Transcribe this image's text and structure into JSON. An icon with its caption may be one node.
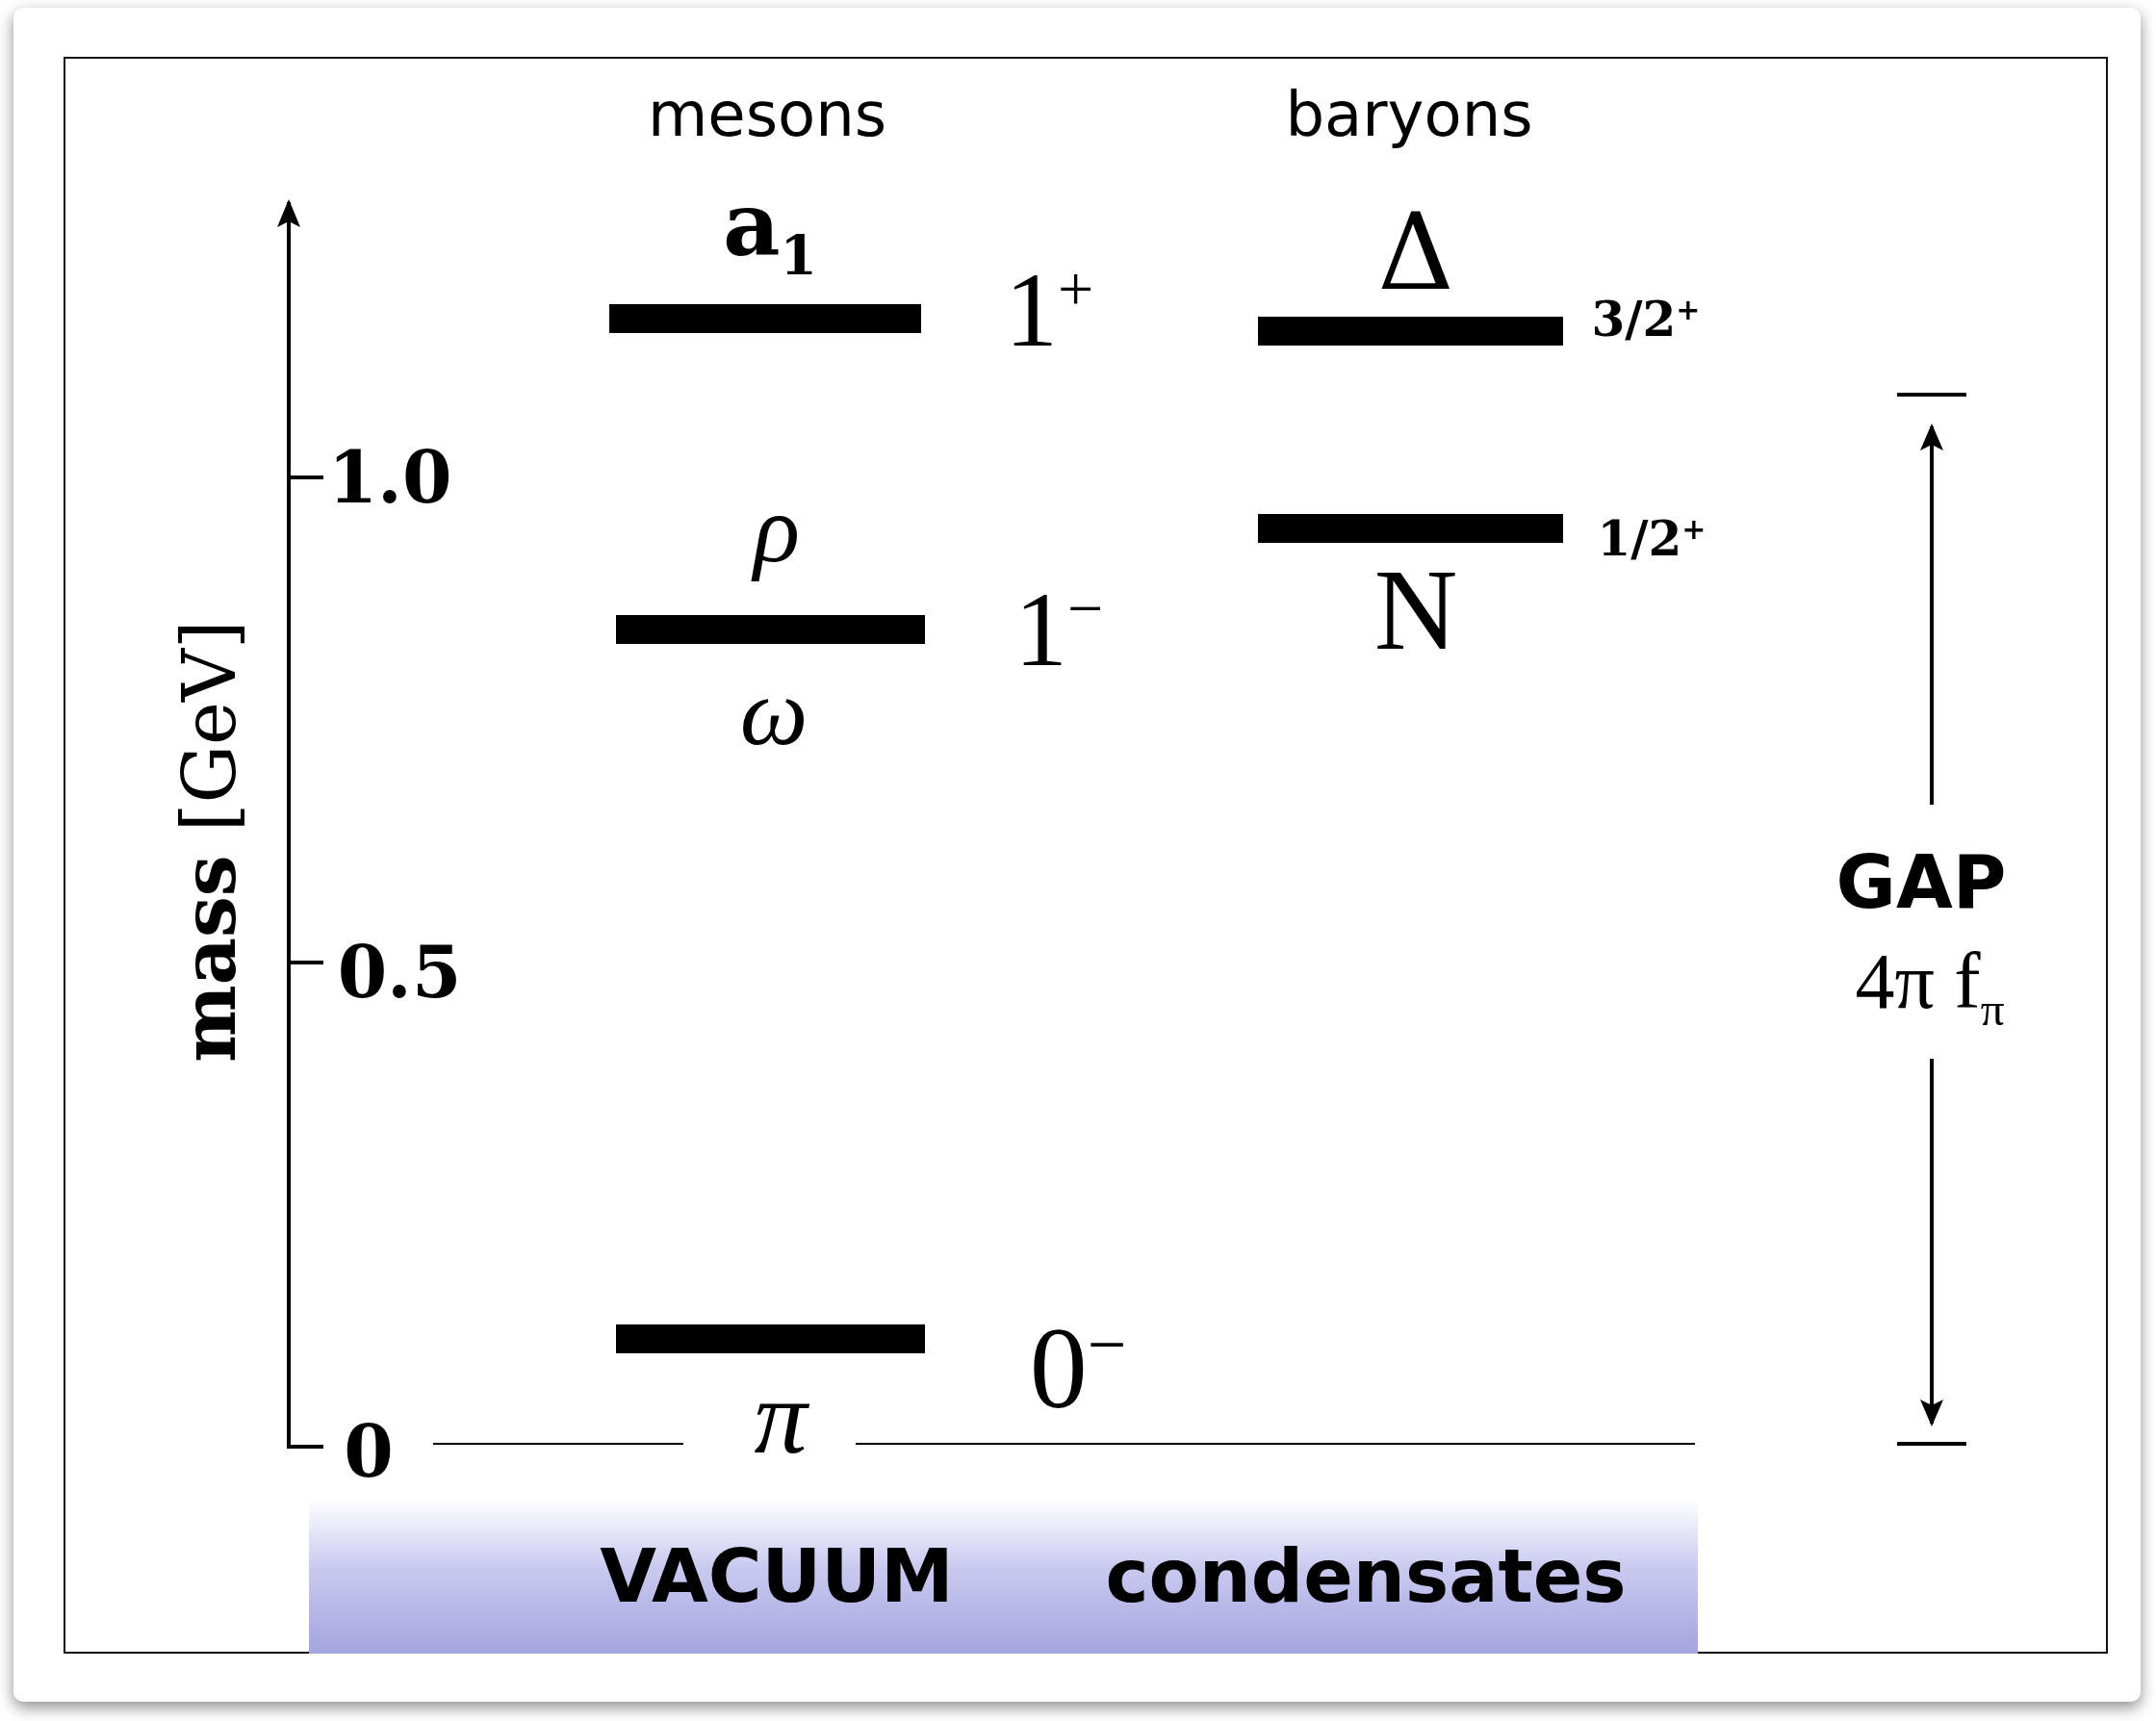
{
  "diagram": {
    "nodes": [
      {
        "text": [
          "VACUUM",
          "condensates"
        ]
      },
      {
        "text": [],
        "shape": "bar"
      },
      {
        "text": [],
        "shape": "bar"
      },
      {
        "text": [],
        "shape": "bar"
      },
      {
        "text": [],
        "shape": "bar"
      },
      {
        "text": [],
        "shape": "bar"
      }
    ],
    "labels": [
      "mesons",
      "baryons",
      "a$_{1}$",
      "1$^{+}$",
      "Δ",
      "3/2$^{+}$",
      "1.0",
      "ρ",
      "1/2$^{+}$",
      "1$^{−}$",
      "N",
      "ω",
      "**mass** [GeV]",
      "GAP",
      "4π f$_{π}$",
      "0.5",
      "0$^{−}$",
      "π",
      "0"
    ]
  }
}
